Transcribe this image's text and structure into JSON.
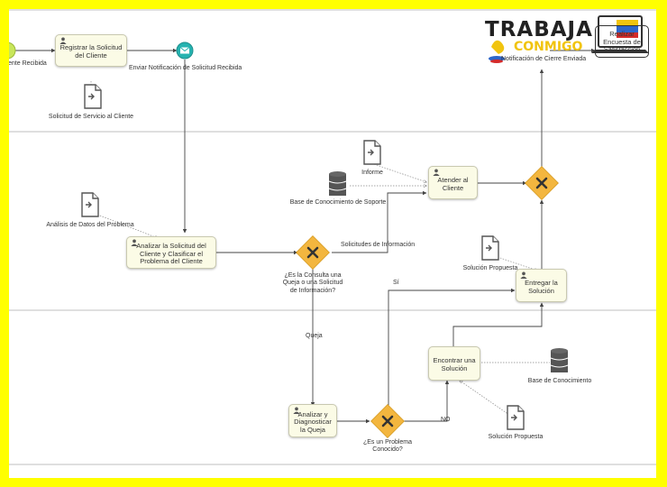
{
  "diagram": {
    "events": {
      "start_label": "ente Recibida",
      "notify_label": "Enviar Notificación de Solicitud Recibida",
      "close_label": "Notificación de Cierre Enviada"
    },
    "tasks": {
      "registrar": "Registrar la Solicitud del Cliente",
      "analizar_solicitud": "Analizar la Solicitud del Cliente y Clasificar el Problema del Cliente",
      "atender": "Atender al Cliente",
      "entregar": "Entregar la Solución",
      "encontrar": "Encontrar una Solución",
      "analizar_queja": "Analizar y Diagnosticar la Queja",
      "partial_top_right": "Realizar Encuesta de Satisfacción"
    },
    "documents": {
      "solicitud_servicio": "Solicitud de Servicio al Cliente",
      "analisis_datos": "Análisis de Datos del Problema",
      "informe": "Informe",
      "solucion_propuesta_1": "Solución Propuesta",
      "solucion_propuesta_2": "Solución Propuesta"
    },
    "data_stores": {
      "base_soporte": "Base de Conocimiento de Soporte",
      "base_conocimiento": "Base de Conocimiento"
    },
    "gateways": {
      "consulta": "¿Es la Consulta una Queja o una Solicitud de Información?",
      "problema": "¿Es un Problema Conocido?"
    },
    "flows": {
      "solicitudes_info": "Solicitudes de Información",
      "si": "Sí",
      "queja": "Queja",
      "no": "NO"
    }
  },
  "watermark": {
    "line1": "TRABAJA",
    "line2": "CONMIGO"
  },
  "colors": {
    "frame": "#ffff00",
    "gateway": "#f3b63f",
    "start_event": "#c8e65a",
    "message_event": "#26b3b0",
    "task_fill": "#fbfbe6"
  }
}
